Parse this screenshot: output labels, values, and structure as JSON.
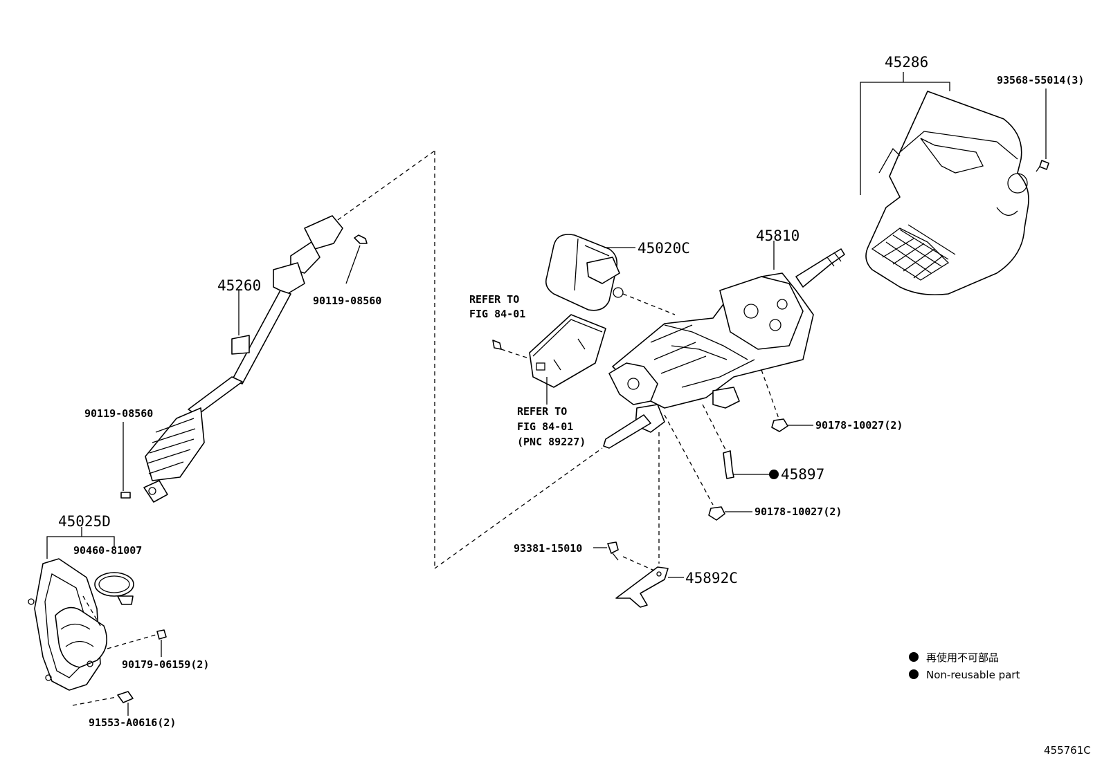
{
  "labels": {
    "p45286": "45286",
    "p93568": "93568-55014(3)",
    "p45020C": "45020C",
    "p45810": "45810",
    "p45260": "45260",
    "p90119_top": "90119-08560",
    "refer1_line1": "REFER TO",
    "refer1_line2": "FIG 84-01",
    "refer2_line1": "REFER TO",
    "refer2_line2": "FIG 84-01",
    "refer2_line3": "(PNC 89227)",
    "p90119_left": "90119-08560",
    "p90178_a": "90178-10027(2)",
    "p45897": "45897",
    "p90178_b": "90178-10027(2)",
    "p45025D": "45025D",
    "p90460": "90460-81007",
    "p93381": "93381-15010",
    "p45892C": "45892C",
    "p90179": "90179-06159(2)",
    "p91553": "91553-A0616(2)"
  },
  "legend": {
    "line1": "再使用不可部品",
    "line2": "Non-reusable part"
  },
  "figure_code": "455761C"
}
